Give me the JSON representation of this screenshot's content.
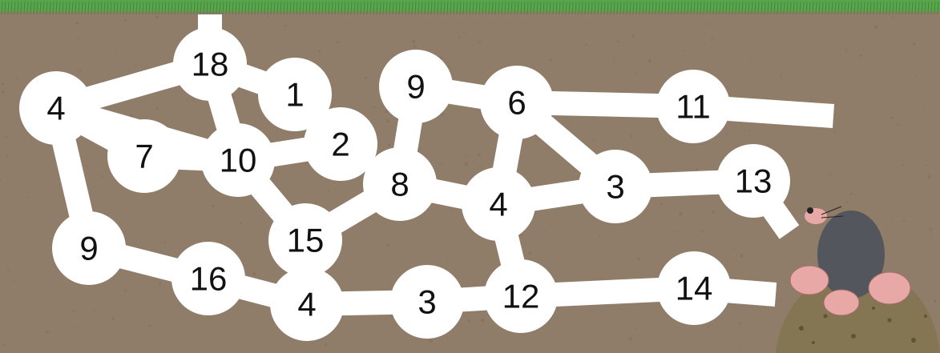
{
  "colors": {
    "ground": "#8f7c69",
    "ground_dark": "#7d6b5a",
    "grass": "#58a64c",
    "tunnel": "#ffffff",
    "text": "#111111",
    "mole_body": "#53565c",
    "mole_pink": "#e7a8a6",
    "dirt_mound": "#847553"
  },
  "nodes": [
    {
      "id": "n18a",
      "label": "18",
      "icon": "tunnel-chamber"
    },
    {
      "id": "n4a",
      "label": "4",
      "icon": "tunnel-chamber"
    },
    {
      "id": "n1",
      "label": "1",
      "icon": "tunnel-chamber"
    },
    {
      "id": "n7",
      "label": "7",
      "icon": "tunnel-chamber"
    },
    {
      "id": "n10",
      "label": "10",
      "icon": "tunnel-chamber"
    },
    {
      "id": "n2",
      "label": "2",
      "icon": "tunnel-chamber"
    },
    {
      "id": "n9a",
      "label": "9",
      "icon": "tunnel-chamber"
    },
    {
      "id": "n6",
      "label": "6",
      "icon": "tunnel-chamber"
    },
    {
      "id": "n11",
      "label": "11",
      "icon": "tunnel-chamber"
    },
    {
      "id": "n8",
      "label": "8",
      "icon": "tunnel-chamber"
    },
    {
      "id": "n4b",
      "label": "4",
      "icon": "tunnel-chamber"
    },
    {
      "id": "n3a",
      "label": "3",
      "icon": "tunnel-chamber"
    },
    {
      "id": "n13",
      "label": "13",
      "icon": "tunnel-chamber"
    },
    {
      "id": "n15",
      "label": "15",
      "icon": "tunnel-chamber"
    },
    {
      "id": "n9b",
      "label": "9",
      "icon": "tunnel-chamber"
    },
    {
      "id": "n16",
      "label": "16",
      "icon": "tunnel-chamber"
    },
    {
      "id": "n4c",
      "label": "4",
      "icon": "tunnel-chamber"
    },
    {
      "id": "n3b",
      "label": "3",
      "icon": "tunnel-chamber"
    },
    {
      "id": "n12",
      "label": "12",
      "icon": "tunnel-chamber"
    },
    {
      "id": "n14",
      "label": "14",
      "icon": "tunnel-chamber"
    }
  ],
  "character": {
    "icon": "mole-icon"
  },
  "mound": {
    "icon": "dirt-mound-icon"
  }
}
